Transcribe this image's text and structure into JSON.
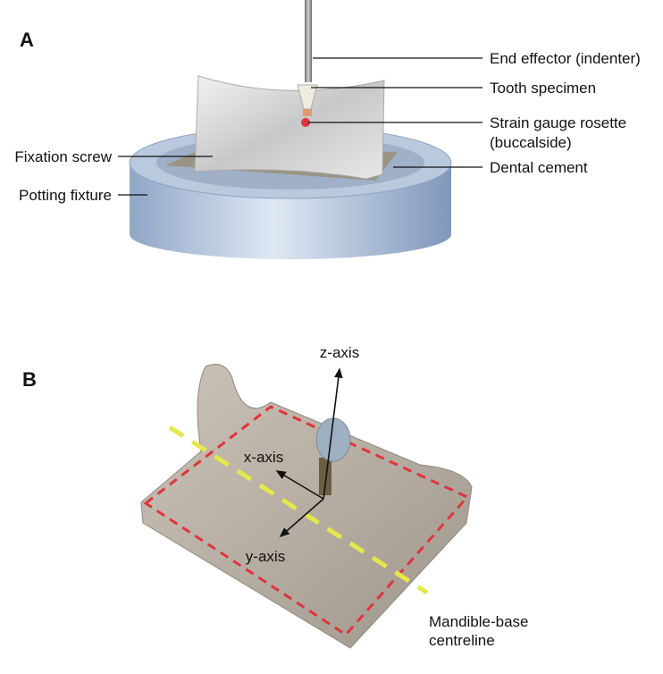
{
  "panel_a": {
    "label": "A",
    "callouts": {
      "end_effector": "End effector (indenter)",
      "tooth_specimen": "Tooth specimen",
      "strain_gauge_line1": "Strain gauge rosette",
      "strain_gauge_line2": "(buccalside)",
      "dental_cement": "Dental cement",
      "fixation_screw": "Fixation screw",
      "potting_fixture": "Potting fixture"
    }
  },
  "panel_b": {
    "label": "B",
    "axes": {
      "z": "z-axis",
      "x": "x-axis",
      "y": "y-axis"
    },
    "centreline_line1": "Mandible-base",
    "centreline_line2": "centreline"
  },
  "colors": {
    "dashed_box": "#e0343c",
    "centreline": "#e6e84a",
    "fixture": "#a9bdd8"
  }
}
